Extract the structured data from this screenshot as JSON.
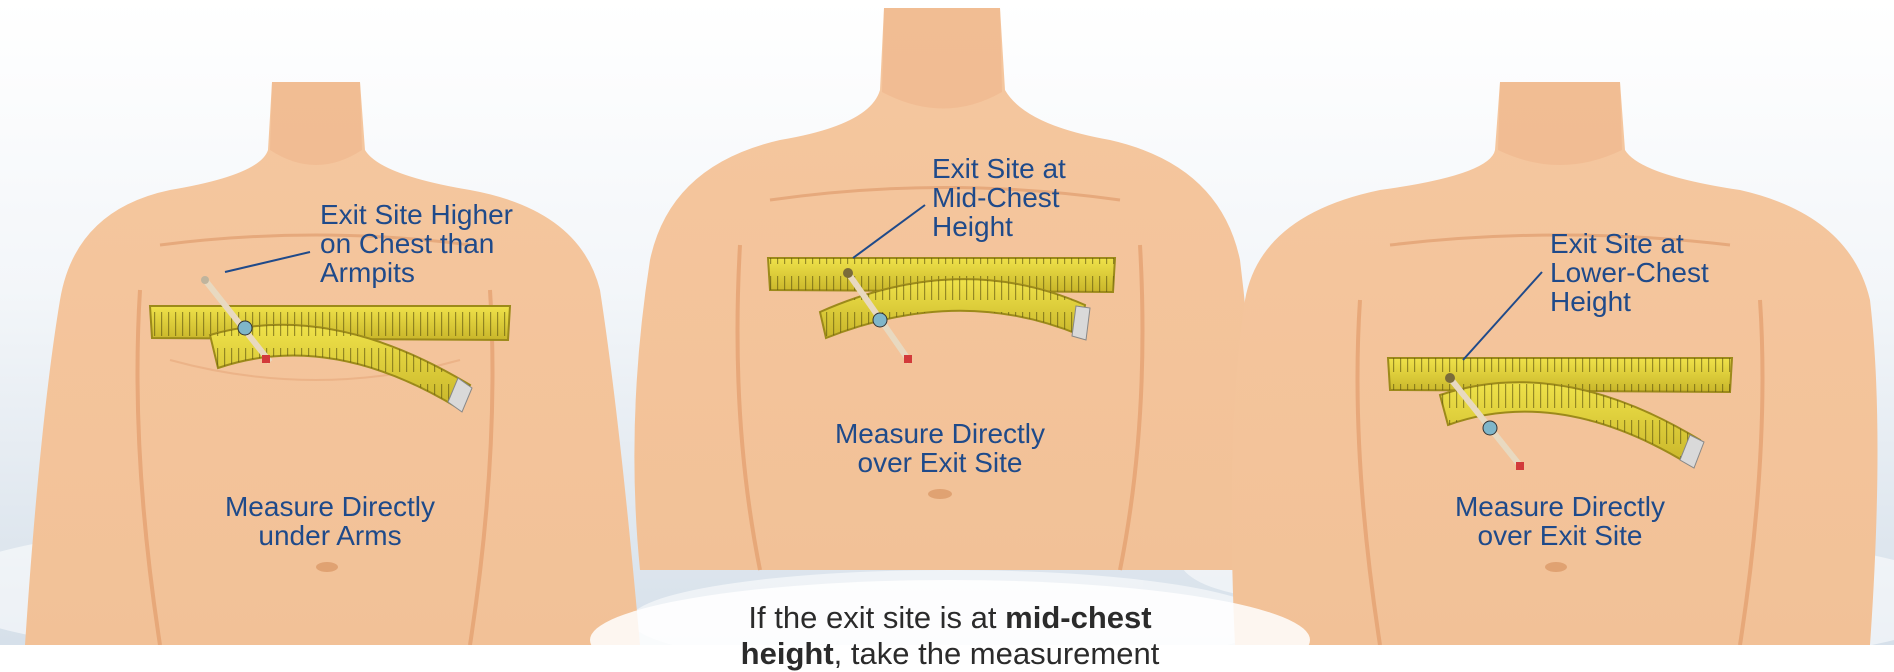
{
  "panels": [
    {
      "exit_label": [
        "Exit Site Higher",
        "on Chest than",
        "Armpits"
      ],
      "measure_label": [
        "Measure Directly",
        "under Arms"
      ]
    },
    {
      "exit_label": [
        "Exit Site at",
        "Mid-Chest",
        "Height"
      ],
      "measure_label": [
        "Measure Directly",
        "over Exit Site"
      ]
    },
    {
      "exit_label": [
        "Exit Site at",
        "Lower-Chest",
        "Height"
      ],
      "measure_label": [
        "Measure Directly",
        "over Exit Site"
      ]
    }
  ],
  "caption": {
    "line1_prefix": "If the exit site is at ",
    "line1_bold": "mid-chest",
    "line2_bold": "height",
    "line2_suffix": ", take the measurement"
  }
}
